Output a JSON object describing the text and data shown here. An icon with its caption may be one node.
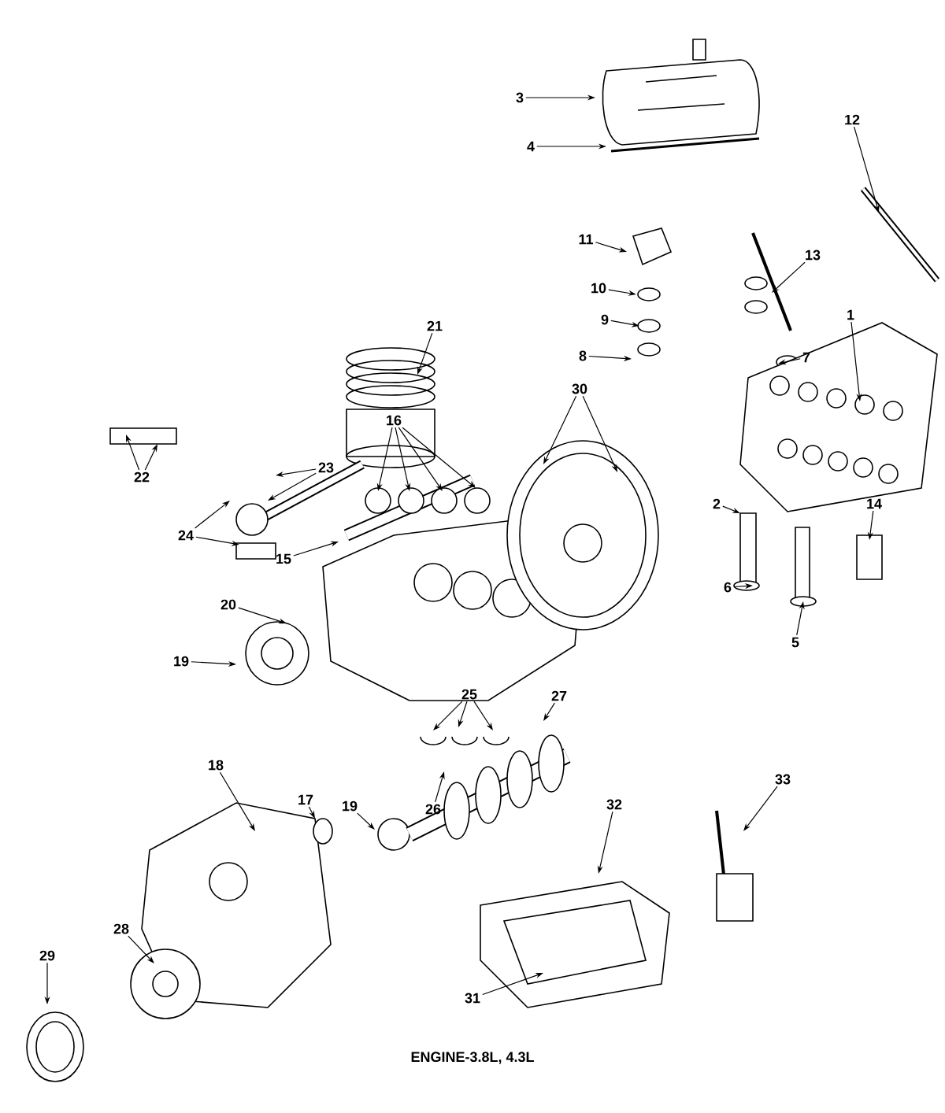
{
  "diagram": {
    "caption": "ENGINE-3.8L, 4.3L",
    "nodes": [
      {
        "text": [
          "3"
        ]
      },
      {
        "text": [
          "4"
        ]
      },
      {
        "text": [
          "12"
        ]
      },
      {
        "text": [
          "11"
        ]
      },
      {
        "text": [
          "13"
        ]
      },
      {
        "text": [
          "10"
        ]
      },
      {
        "text": [
          "9"
        ]
      },
      {
        "text": [
          "1"
        ]
      },
      {
        "text": [
          "8"
        ]
      },
      {
        "text": [
          "7"
        ]
      },
      {
        "text": [
          "21"
        ]
      },
      {
        "text": [
          "16"
        ]
      },
      {
        "text": [
          "30"
        ]
      },
      {
        "text": [
          "23"
        ]
      },
      {
        "text": [
          "22"
        ]
      },
      {
        "text": [
          "2"
        ]
      },
      {
        "text": [
          "14"
        ]
      },
      {
        "text": [
          "24"
        ]
      },
      {
        "text": [
          "15"
        ]
      },
      {
        "text": [
          "6"
        ]
      },
      {
        "text": [
          "20"
        ]
      },
      {
        "text": [
          "5"
        ]
      },
      {
        "text": [
          "19"
        ]
      },
      {
        "text": [
          "25"
        ]
      },
      {
        "text": [
          "27"
        ]
      },
      {
        "text": [
          "18"
        ]
      },
      {
        "text": [
          "33"
        ]
      },
      {
        "text": [
          "17"
        ]
      },
      {
        "text": [
          "32"
        ]
      },
      {
        "text": [
          "19"
        ]
      },
      {
        "text": [
          "26"
        ]
      },
      {
        "text": [
          "28"
        ]
      },
      {
        "text": [
          "29"
        ]
      },
      {
        "text": [
          "31"
        ]
      }
    ],
    "edges": [
      {
        "from": 0,
        "to": null,
        "arrow": "to"
      },
      {
        "from": 1,
        "to": null,
        "arrow": "to"
      },
      {
        "from": 2,
        "to": null,
        "arrow": "to"
      },
      {
        "from": 3,
        "to": null,
        "arrow": "to"
      },
      {
        "from": 4,
        "to": null,
        "arrow": "to"
      },
      {
        "from": 5,
        "to": null,
        "arrow": "to"
      },
      {
        "from": 6,
        "to": null,
        "arrow": "to"
      },
      {
        "from": 7,
        "to": null,
        "arrow": "to"
      },
      {
        "from": 8,
        "to": null,
        "arrow": "to"
      },
      {
        "from": 9,
        "to": null,
        "arrow": "to"
      },
      {
        "from": 10,
        "to": null,
        "arrow": "to"
      },
      {
        "from": 11,
        "to": null,
        "arrow": "to"
      },
      {
        "from": 11,
        "to": null,
        "arrow": "to"
      },
      {
        "from": 11,
        "to": null,
        "arrow": "to"
      },
      {
        "from": 11,
        "to": null,
        "arrow": "to"
      },
      {
        "from": 12,
        "to": null,
        "arrow": "to"
      },
      {
        "from": 12,
        "to": null,
        "arrow": "to"
      },
      {
        "from": 13,
        "to": null,
        "arrow": "to"
      },
      {
        "from": 13,
        "to": null,
        "arrow": "to"
      },
      {
        "from": 14,
        "to": null,
        "arrow": "to"
      },
      {
        "from": 14,
        "to": null,
        "arrow": "to"
      },
      {
        "from": 15,
        "to": null,
        "arrow": "to"
      },
      {
        "from": 16,
        "to": null,
        "arrow": "to"
      },
      {
        "from": 17,
        "to": null,
        "arrow": "to"
      },
      {
        "from": 17,
        "to": null,
        "arrow": "to"
      },
      {
        "from": 18,
        "to": null,
        "arrow": "to"
      },
      {
        "from": 19,
        "to": null,
        "arrow": "to"
      },
      {
        "from": 20,
        "to": null,
        "arrow": "to"
      },
      {
        "from": 21,
        "to": null,
        "arrow": "to"
      },
      {
        "from": 22,
        "to": null,
        "arrow": "to"
      },
      {
        "from": 23,
        "to": null,
        "arrow": "to"
      },
      {
        "from": 23,
        "to": null,
        "arrow": "to"
      },
      {
        "from": 23,
        "to": null,
        "arrow": "to"
      },
      {
        "from": 24,
        "to": null,
        "arrow": "to"
      },
      {
        "from": 25,
        "to": null,
        "arrow": "to"
      },
      {
        "from": 26,
        "to": null,
        "arrow": "to"
      },
      {
        "from": 27,
        "to": null,
        "arrow": "to"
      },
      {
        "from": 28,
        "to": null,
        "arrow": "to"
      },
      {
        "from": 29,
        "to": null,
        "arrow": "to"
      },
      {
        "from": 30,
        "to": null,
        "arrow": "to"
      },
      {
        "from": 31,
        "to": null,
        "arrow": "to"
      },
      {
        "from": 32,
        "to": null,
        "arrow": "to"
      },
      {
        "from": 33,
        "to": null,
        "arrow": "to"
      }
    ]
  }
}
